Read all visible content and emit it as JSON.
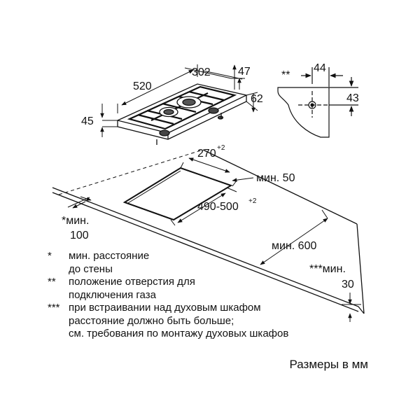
{
  "dimensions": {
    "d520": "520",
    "d302": "302",
    "d47": "47",
    "d62": "62",
    "d45": "45",
    "d44": "44",
    "d43": "43",
    "cutout_depth": "270",
    "cutout_depth_tol": "+2",
    "cutout_width": "490-500",
    "cutout_width_tol": "+2",
    "min_50": "мин. 50",
    "min_600": "мин. 600",
    "min_100_label": "*мин.",
    "min_100_value": "100",
    "min_30_label": "***мин.",
    "min_30_value": "30",
    "gas_mark": "**"
  },
  "notes": [
    {
      "mark": "*",
      "lines": [
        "мин. расстояние",
        "до стены"
      ]
    },
    {
      "mark": "**",
      "lines": [
        "положение отверстия для",
        "подключения газа"
      ]
    },
    {
      "mark": "***",
      "lines": [
        "при встраивании над духовым шкафом",
        "расстояние должно быть больше;",
        "см. требования по монтажу духовых шкафов"
      ]
    }
  ],
  "units_note": "Размеры в мм"
}
